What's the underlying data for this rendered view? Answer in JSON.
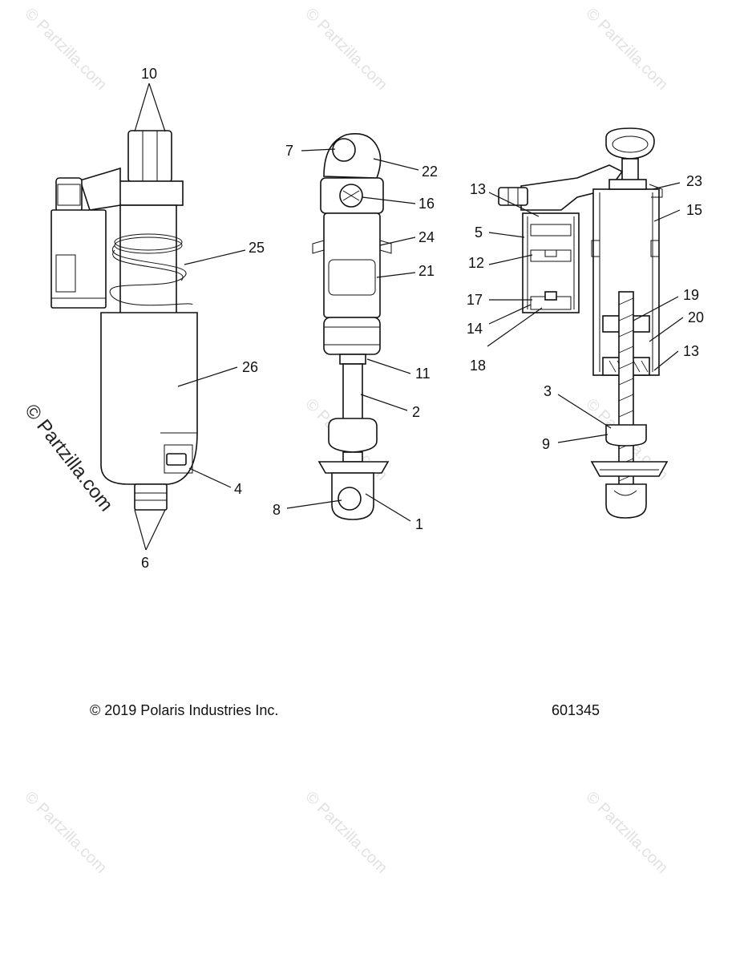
{
  "watermark": {
    "text": "© Partzilla.com",
    "color": "#e0e0e0"
  },
  "callouts": {
    "c10": "10",
    "c25": "25",
    "c26": "26",
    "c4": "4",
    "c6": "6",
    "c7": "7",
    "c22": "22",
    "c16": "16",
    "c24": "24",
    "c21": "21",
    "c11": "11",
    "c2": "2",
    "c8": "8",
    "c1": "1",
    "c13a": "13",
    "c5": "5",
    "c12": "12",
    "c17": "17",
    "c14": "14",
    "c18": "18",
    "c23": "23",
    "c15": "15",
    "c19": "19",
    "c20": "20",
    "c13b": "13",
    "c3": "3",
    "c9": "9"
  },
  "footer": {
    "copyright": "© 2019 Polaris Industries Inc.",
    "diagram_number": "601345"
  }
}
